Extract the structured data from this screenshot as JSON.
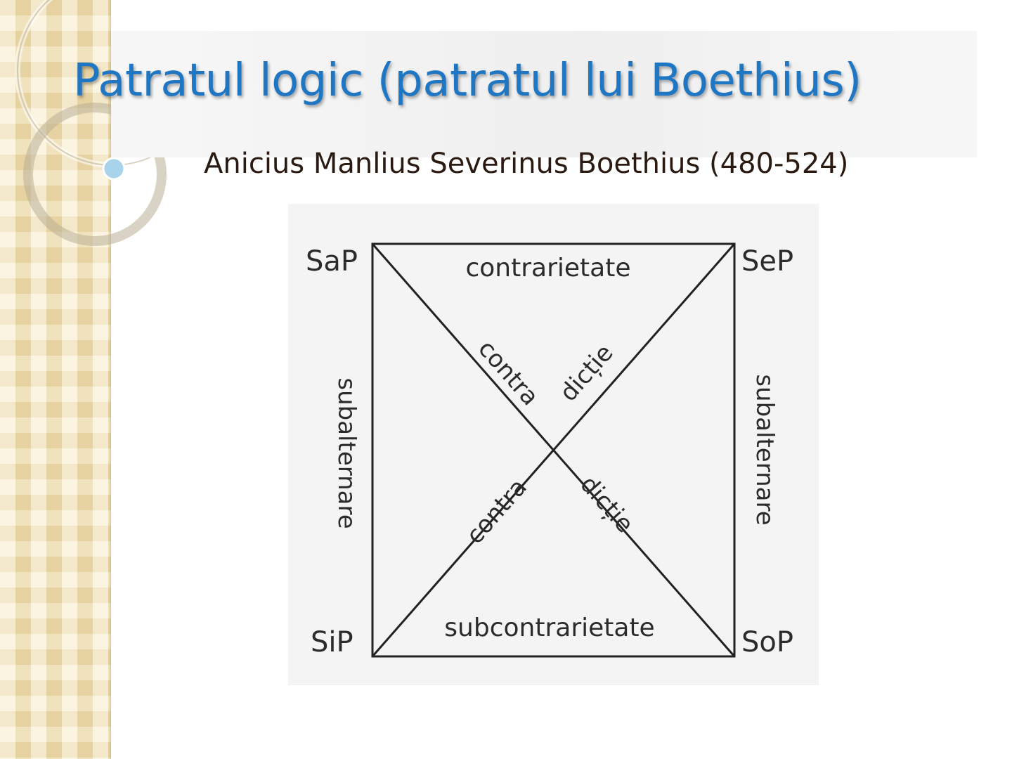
{
  "slide": {
    "title": "Patratul logic (patratul lui Boethius)",
    "subtitle": "Anicius Manlius Severinus Boethius (480-524)",
    "accent_color": "#1f77c4",
    "sidebar_color": "#f6e6bd"
  },
  "diagram": {
    "corners": {
      "top_left": "SaP",
      "top_right": "SeP",
      "bottom_left": "SiP",
      "bottom_right": "SoP"
    },
    "edges": {
      "top": "contrarietate",
      "bottom": "subcontrarietate",
      "left": "subalternare",
      "right": "subalternare"
    },
    "diagonals": {
      "upper_left": "contra",
      "upper_right": "dicție",
      "lower_left": "contra",
      "lower_right": "dicție"
    }
  }
}
